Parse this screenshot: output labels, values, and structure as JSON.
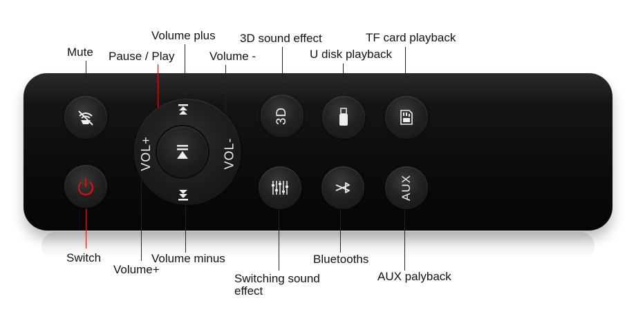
{
  "labels": {
    "volume_plus": "Volume plus",
    "effect_3d": "3D sound effect",
    "tf_card": "TF card playback",
    "mute": "Mute",
    "pause_play": "Pause / Play",
    "volume_dash": "Volume -",
    "u_disk": "U disk playback",
    "switch": "Switch",
    "volume_minus": "Volume minus",
    "volume_plus_side": "Volume+",
    "bluetooths": "Bluetooths",
    "switching_sound_l1": "Switching sound",
    "switching_sound_l2": "effect",
    "aux_playback": "AUX palyback"
  },
  "remote": {
    "vol_plus": "VOL+",
    "vol_minus": "VOL-",
    "btn_3d": "3D",
    "btn_aux": "AUX"
  },
  "icons": {
    "mute": "mute-icon",
    "power": "power-icon",
    "usb": "usb-drive-icon",
    "sdcard": "sd-card-icon",
    "equalizer": "equalizer-icon",
    "bluetooth": "bluetooth-icon",
    "play_pause": "play-pause-icon",
    "vol_up": "volume-up-arrow-icon",
    "vol_down": "volume-down-arrow-icon"
  },
  "colors": {
    "power_accent": "#d11111",
    "remote_body": "#111111"
  }
}
